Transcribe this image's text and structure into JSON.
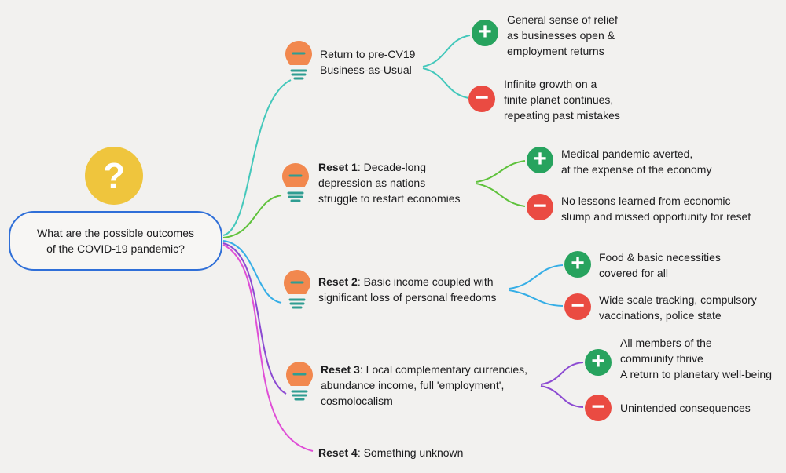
{
  "root": {
    "icon": "?",
    "question": "What are the possible outcomes\nof the COVID-19 pandemic?"
  },
  "icons": {
    "plus": "+",
    "minus": "−"
  },
  "colors": {
    "background": "#f2f1ef",
    "question_circle": "#efc53d",
    "root_border": "#2f6fd8",
    "bulb_orange": "#f2884e",
    "bulb_lines_teal": "#2f9d92",
    "plus_green": "#27a35e",
    "minus_red": "#ea4b42",
    "branch_links": [
      "#44c8bb",
      "#5fc23c",
      "#36aee6",
      "#8c4ad2",
      "#df4ed6"
    ]
  },
  "branches": [
    {
      "bold": "",
      "text": "Return to pre-CV19\nBusiness-as-Usual",
      "outcomes": [
        {
          "type": "plus",
          "text": "General sense of relief\nas businesses open &\nemployment returns"
        },
        {
          "type": "minus",
          "text": "Infinite growth on a\nfinite planet continues,\nrepeating past mistakes"
        }
      ]
    },
    {
      "bold": "Reset 1",
      "text": ": Decade-long\ndepression as nations\nstruggle to restart economies",
      "outcomes": [
        {
          "type": "plus",
          "text": "Medical pandemic averted,\nat the expense of the economy"
        },
        {
          "type": "minus",
          "text": "No lessons learned from economic\nslump and missed opportunity for reset"
        }
      ]
    },
    {
      "bold": "Reset 2",
      "text": ": Basic income coupled with\nsignificant loss of personal freedoms",
      "outcomes": [
        {
          "type": "plus",
          "text": "Food & basic necessities\ncovered for all"
        },
        {
          "type": "minus",
          "text": "Wide scale tracking, compulsory\nvaccinations, police state"
        }
      ]
    },
    {
      "bold": "Reset 3",
      "text": ": Local complementary currencies,\nabundance income, full 'employment',\ncosmolocalism",
      "outcomes": [
        {
          "type": "plus",
          "text": "All members of the\ncommunity thrive\nA return to planetary well-being"
        },
        {
          "type": "minus",
          "text": "Unintended consequences"
        }
      ]
    },
    {
      "bold": "Reset 4",
      "text": ": Something unknown",
      "outcomes": []
    }
  ]
}
